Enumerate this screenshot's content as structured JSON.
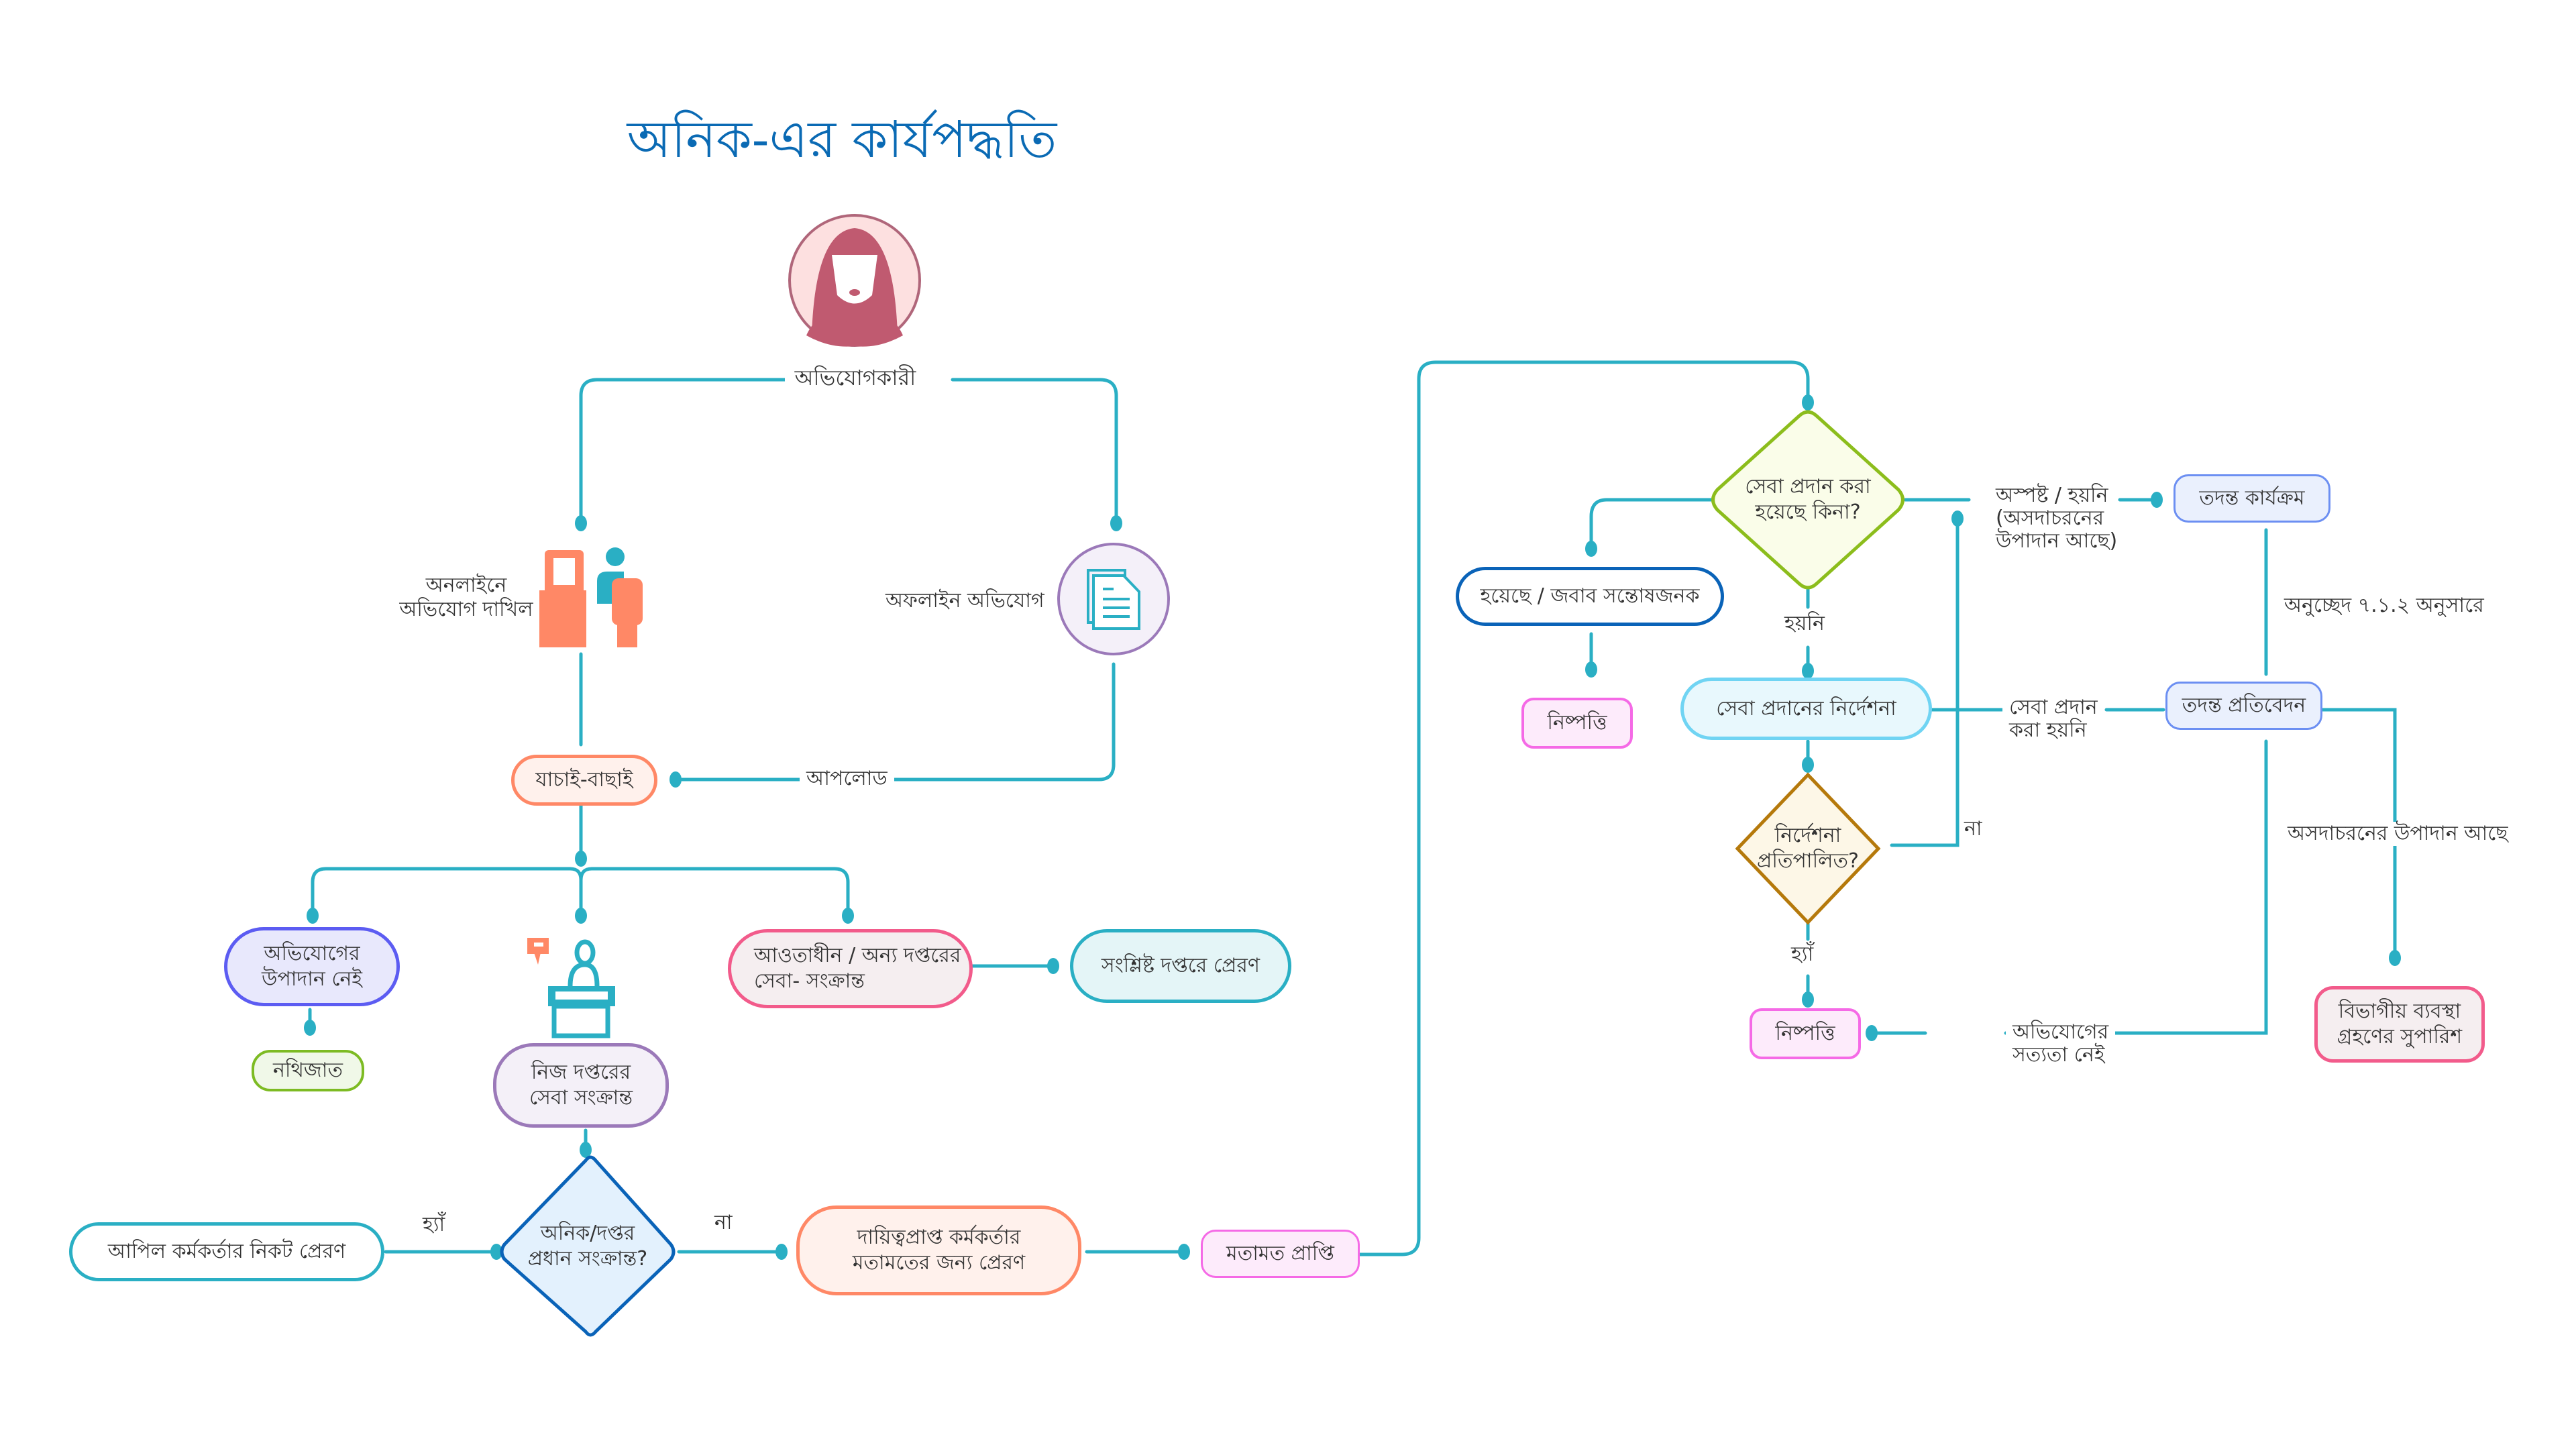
{
  "title": "অনিক-এর কার্যপদ্ধতি",
  "colors": {
    "connector": "#2aafc4",
    "title": "#0a6ab4"
  },
  "start": {
    "icon": "female-user-avatar-icon",
    "label": "অভিযোগকারী"
  },
  "intake": {
    "online_label": "অনলাইনে\nঅভিযোগ দাখিল",
    "online_icon": "computer-user-icon",
    "offline_label": "অফলাইন অভিযোগ",
    "offline_icon": "document-icon",
    "upload_label": "আপলোড",
    "screening": "যাচাই-বাছাই"
  },
  "branches": {
    "no_element": "অভিযোগের\nউপাদান নেই",
    "filed": "নথিজাত",
    "own_office_icon": "speaker-podium-icon",
    "own_office": "নিজ দপ্তরের\nসেবা সংক্রান্ত",
    "other_office": "আওতাধীন / অন্য দপ্তরের\nসেবা- সংক্রান্ত",
    "forward_office": "সংশ্লিষ্ট দপ্তরে প্রেরণ"
  },
  "decision1": {
    "question": "অনিক/দপ্তর\nপ্রধান সংক্রান্ত?",
    "yes_label": "হ্যাঁ",
    "no_label": "না",
    "yes_target": "আপিল কর্মকর্তার নিকট প্রেরণ",
    "no_target": "দায়িত্বপ্রাপ্ত কর্মকর্তার\nমতামতের জন্য প্রেরণ",
    "opinion": "মতামত প্রাপ্তি"
  },
  "decision2": {
    "question": "সেবা প্রদান করা\nহয়েছে কিনা?",
    "done": "হয়েছে / জবাব সন্তোষজনক",
    "done_result": "নিষ্পত্তি",
    "not_done_label": "হয়নি",
    "unclear_label": "অস্পষ্ট /  হয়নি\n(অসদাচরনের\nউপাদান আছে)",
    "service_directive": "সেবা প্রদানের নির্দেশনা"
  },
  "decision3": {
    "question": "নির্দেশনা\nপ্রতিপালিত?",
    "no_label": "না",
    "yes_label": "হ্যাঁ",
    "yes_result": "নিষ্পত্তি"
  },
  "investigation": {
    "program": "তদন্ত কার্যক্রম",
    "per_section": "অনুচ্ছেদ ৭.১.২ অনুসারে",
    "report": "তদন্ত প্রতিবেদন",
    "service_not_provided": "সেবা প্রদান\nকরা হয়নি",
    "misconduct_label": "অসদাচরনের উপাদান আছে",
    "dept_action": "বিভাগীয় ব্যবস্থা\nগ্রহণের সুপারিশ",
    "not_true_label": "অভিযোগের\nসত্যতা নেই"
  }
}
